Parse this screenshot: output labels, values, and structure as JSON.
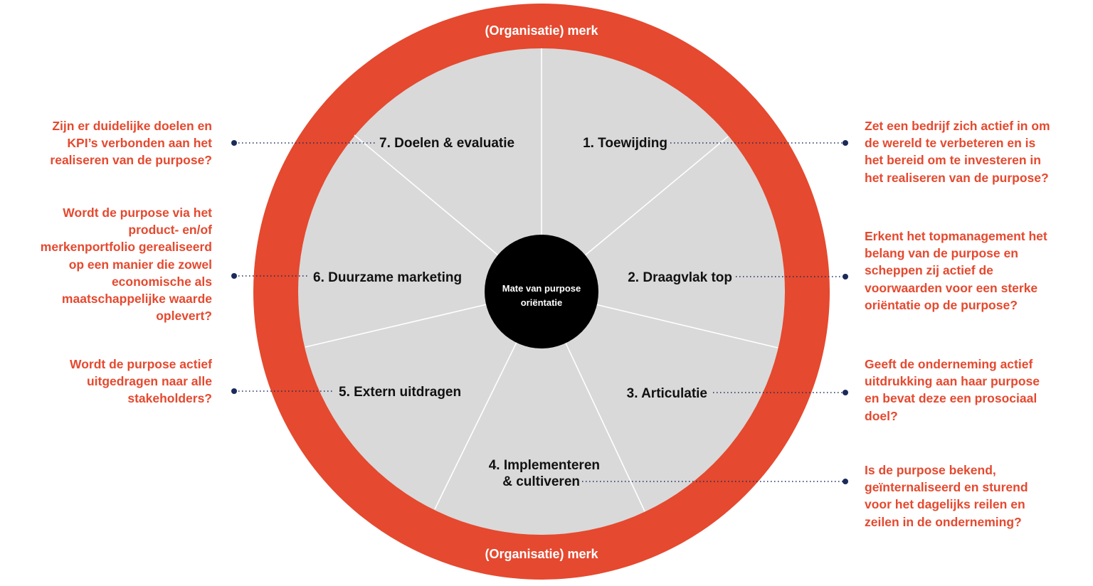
{
  "colors": {
    "ring": "#e5492f",
    "segment_fill": "#d9d9d9",
    "divider": "#ffffff",
    "center": "#000000",
    "question_text": "#e5492f",
    "leader": "#1a2a5a"
  },
  "ring": {
    "top_label": "(Organisatie) merk",
    "bottom_label": "(Organisatie) merk"
  },
  "center": {
    "line1": "Mate van purpose",
    "line2": "oriëntatie"
  },
  "segments": [
    {
      "label": "1. Toewijding"
    },
    {
      "label": "2. Draagvlak top"
    },
    {
      "label": "3. Articulatie"
    },
    {
      "label": "4. Implementeren",
      "label2": "& cultiveren"
    },
    {
      "label": "5. Extern uitdragen"
    },
    {
      "label": "6. Duurzame marketing"
    },
    {
      "label": "7. Doelen & evaluatie"
    }
  ],
  "questions": {
    "q1": "Zet een bedrijf zich actief in om\nde wereld te verbeteren en is\nhet bereid om te investeren in\nhet realiseren van de purpose?",
    "q2": "Erkent het topmanagement het\nbelang van de purpose en\nscheppen zij actief de\nvoorwaarden voor een sterke\noriëntatie op de purpose?",
    "q3": "Geeft de onderneming actief\nuitdrukking aan haar purpose\nen bevat deze een prosociaal\ndoel?",
    "q4": "Is de purpose bekend,\ngeïnternaliseerd en sturend\nvoor het dagelijks reilen en\nzeilen in de onderneming?",
    "q5": "Wordt de purpose actief\nuitgedragen naar alle\nstakeholders?",
    "q6": "Wordt de purpose via het\nproduct- en/of\nmerkenportfolio gerealiseerd\nop een manier die zowel\neconomische als\nmaatschappelijke waarde\noplevert?",
    "q7": "Zijn er duidelijke doelen en\nKPI’s verbonden aan het\nrealiseren van de purpose?"
  }
}
